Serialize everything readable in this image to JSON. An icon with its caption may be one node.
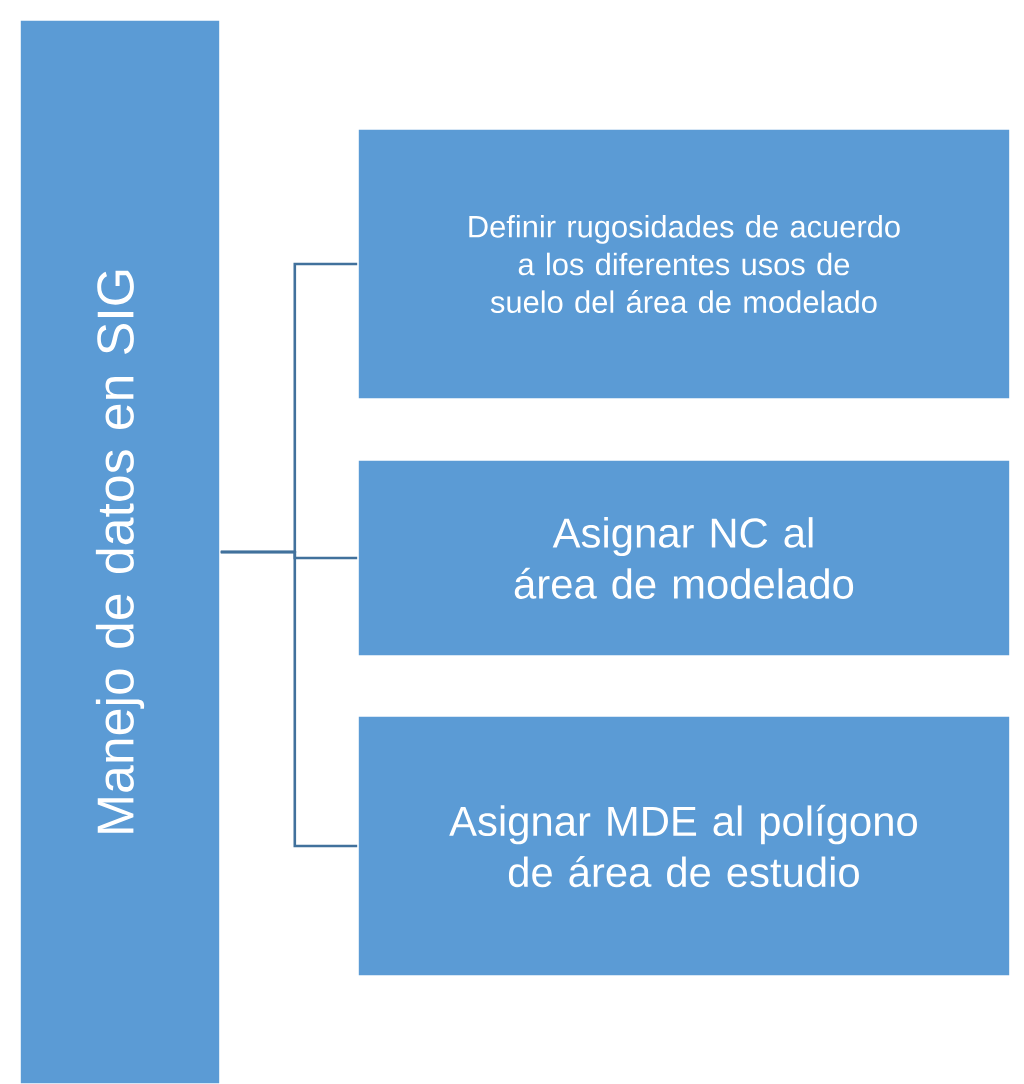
{
  "diagram": {
    "nodes": [
      {
        "text": [
          "Manejo de datos en SIG"
        ]
      },
      {
        "text": [
          "Definir rugosidades de acuerdo a los diferentes usos de suelo del área de modelado"
        ]
      },
      {
        "text": [
          "Asignar NC al área de modelado"
        ]
      },
      {
        "text": [
          "Asignar MDE al polígono de área de estudio"
        ]
      }
    ],
    "edges": [
      {
        "from": 0,
        "to": 1,
        "arrow": "none"
      },
      {
        "from": 0,
        "to": 2,
        "arrow": "none"
      },
      {
        "from": 0,
        "to": 3,
        "arrow": "none"
      }
    ]
  }
}
